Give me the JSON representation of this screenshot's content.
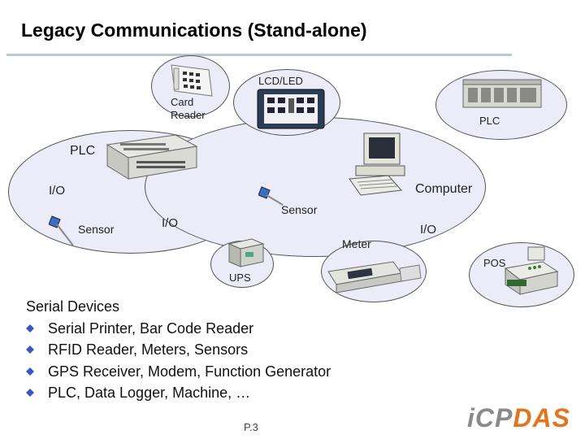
{
  "slide": {
    "title": "Legacy Communications (Stand-alone)",
    "page_number": "P.3"
  },
  "diagram": {
    "labels": {
      "lcd": "LCD/LED",
      "card_reader": "Card\nReader",
      "plc_top": "PLC",
      "plc_main": "PLC",
      "computer": "Computer",
      "io_left": "I/O",
      "sensor_left": "Sensor",
      "io_mid": "I/O",
      "sensor_right": "Sensor",
      "io_right": "I/O",
      "meter": "Meter",
      "pos": "POS",
      "ups": "UPS"
    }
  },
  "serial": {
    "heading": "Serial Devices",
    "items": [
      "Serial Printer, Bar Code Reader",
      "RFID Reader, Meters, Sensors",
      "GPS Receiver, Modem, Function Generator",
      "PLC, Data Logger, Machine, …"
    ]
  },
  "logo": {
    "part1": "iCP",
    "part2": "DAS"
  }
}
